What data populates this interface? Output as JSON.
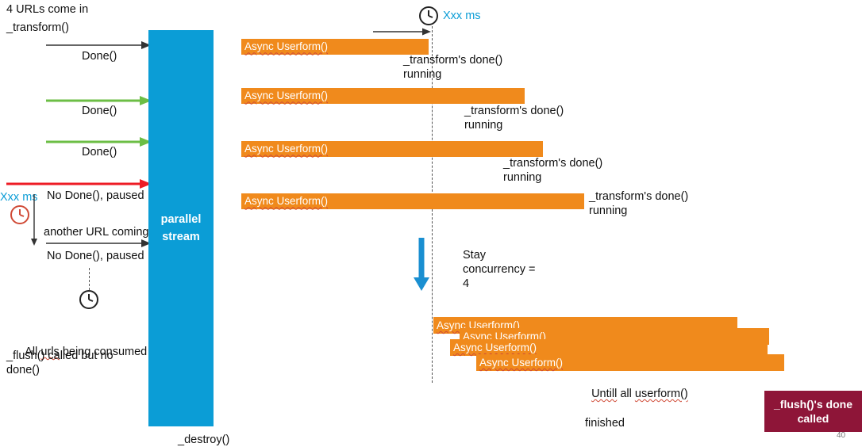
{
  "page": {
    "number": "40"
  },
  "left": {
    "title": "4 URLs come in",
    "transform_label": "_transform()",
    "done_labels": [
      "Done()",
      "Done()",
      "Done()"
    ],
    "no_done_paused_1": "No Done(), paused",
    "another_url": "another URL coming",
    "no_done_paused_2": "No Done(), paused",
    "xxx_ms": "Xxx ms",
    "all_urls_consumed": "All urls being consumed",
    "flush_called": "_flush() called but no\ndone()"
  },
  "stream": {
    "line1": "parallel",
    "line2": "stream",
    "destroy_label": "_destroy()"
  },
  "top": {
    "clock_label": "Xxx ms"
  },
  "bars_top": [
    {
      "label": "Async Userform()",
      "done_text": "_transform's done()\nrunning"
    },
    {
      "label": "Async Userform()",
      "done_text": "_transform's done()\nrunning"
    },
    {
      "label": "Async Userform()",
      "done_text": "_transform's done()\nrunning"
    },
    {
      "label": "Async Userform()",
      "done_text": "_transform's done()\nrunning"
    }
  ],
  "concurrency": {
    "text": "Stay\nconcurrency =\n4"
  },
  "bars_bottom": [
    {
      "label": "Async Userform()"
    },
    {
      "label": "Async Userform()"
    },
    {
      "label": "Async Userform()"
    },
    {
      "label": "Async Userform()"
    }
  ],
  "bottom": {
    "until_text": "Untill all userform()\nfinished",
    "flush_done": "_flush()'s done\ncalled"
  },
  "colors": {
    "orange": "#f08a1c",
    "blue": "#0b9dd6",
    "green": "#6cbe45",
    "red": "#ee1c25",
    "maroon": "#8e1538",
    "dark": "#333333"
  }
}
